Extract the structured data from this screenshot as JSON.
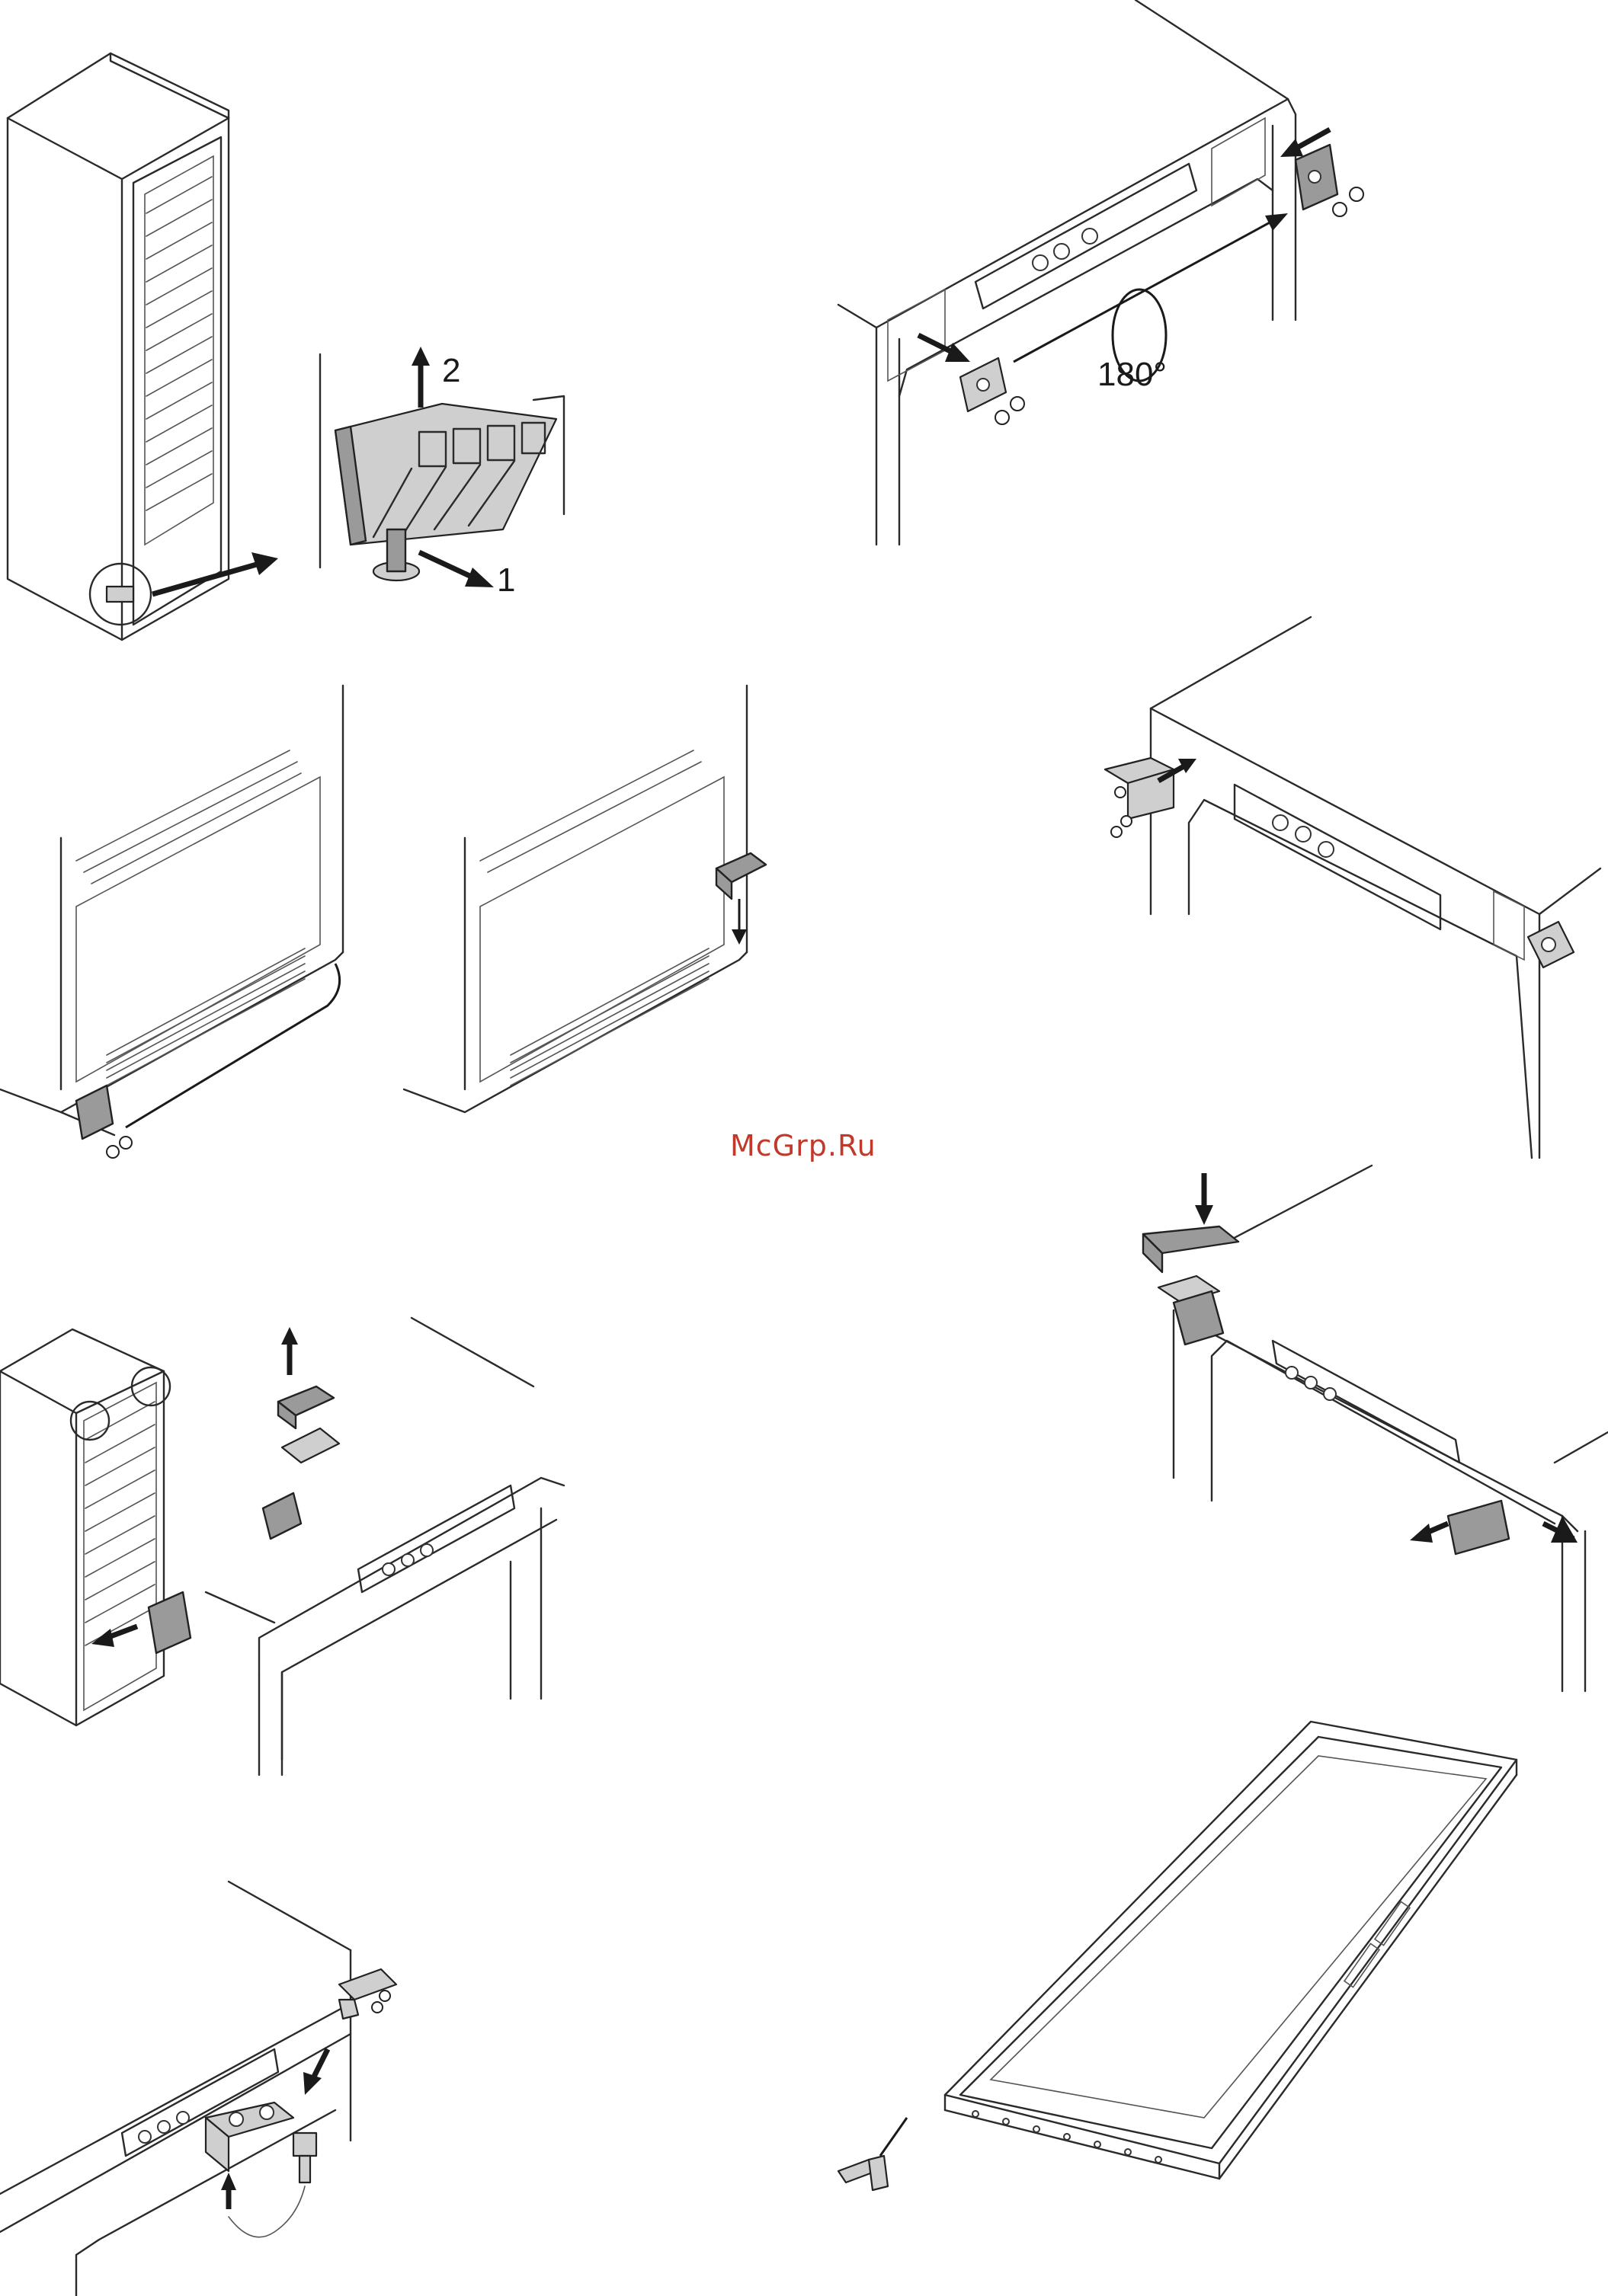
{
  "labels": {
    "step_1": "1",
    "step_2": "2",
    "rotation": "180°"
  },
  "watermark": "McGrp.Ru",
  "colors": {
    "line": "#2a2a2a",
    "part_fill": "#9a9a9a",
    "watermark": "#c0392b"
  }
}
